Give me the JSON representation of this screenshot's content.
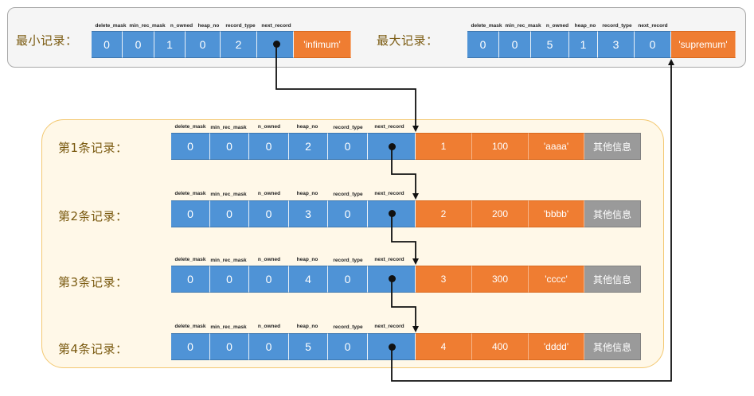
{
  "headers": [
    "delete_mask",
    "min_rec_mask",
    "n_owned",
    "heap_no",
    "record_type",
    "next_record"
  ],
  "infimum": {
    "label": "最小记录：",
    "values": [
      "0",
      "0",
      "1",
      "0",
      "2"
    ],
    "tag": "'infimum'"
  },
  "supremum": {
    "label": "最大记录：",
    "values": [
      "0",
      "0",
      "5",
      "1",
      "3",
      "0"
    ],
    "tag": "'supremum'"
  },
  "records": [
    {
      "label": "第1条记录：",
      "header_values": [
        "0",
        "0",
        "0",
        "2",
        "0"
      ],
      "data": [
        "1",
        "100",
        "'aaaa'"
      ],
      "other": "其他信息"
    },
    {
      "label": "第2条记录：",
      "header_values": [
        "0",
        "0",
        "0",
        "3",
        "0"
      ],
      "data": [
        "2",
        "200",
        "'bbbb'"
      ],
      "other": "其他信息"
    },
    {
      "label": "第3条记录：",
      "header_values": [
        "0",
        "0",
        "0",
        "4",
        "0"
      ],
      "data": [
        "3",
        "300",
        "'cccc'"
      ],
      "other": "其他信息"
    },
    {
      "label": "第4条记录：",
      "header_values": [
        "0",
        "0",
        "0",
        "5",
        "0"
      ],
      "data": [
        "4",
        "400",
        "'dddd'"
      ],
      "other": "其他信息"
    }
  ]
}
